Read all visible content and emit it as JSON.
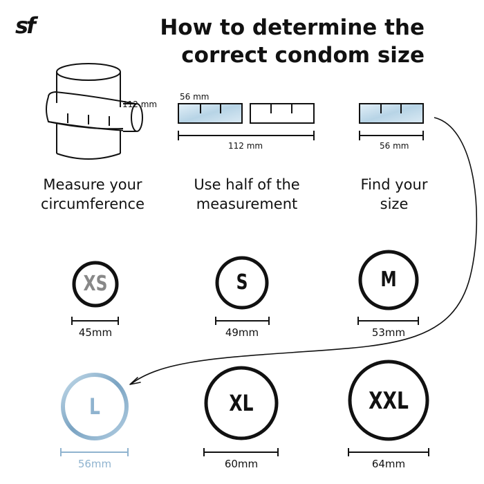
{
  "brand": {
    "logo_text": "sf"
  },
  "title": {
    "line1": "How to determine the",
    "line2": "correct condom size"
  },
  "steps": [
    {
      "line1": "Measure your",
      "line2": "circumference",
      "dimension": "112 mm"
    },
    {
      "line1": "Use half of the",
      "line2": "measurement",
      "dimension_small": "56 mm",
      "dimension_full": "112 mm"
    },
    {
      "line1": "Find your",
      "line2": "size",
      "dimension": "56 mm"
    }
  ],
  "sizes": [
    {
      "label": "XS",
      "mm": "45mm",
      "highlight": false
    },
    {
      "label": "S",
      "mm": "49mm",
      "highlight": false
    },
    {
      "label": "M",
      "mm": "53mm",
      "highlight": false
    },
    {
      "label": "L",
      "mm": "56mm",
      "highlight": true
    },
    {
      "label": "XL",
      "mm": "60mm",
      "highlight": false
    },
    {
      "label": "XXL",
      "mm": "64mm",
      "highlight": false
    }
  ],
  "colors": {
    "ink": "#111111",
    "accent": "#8fb3cf",
    "accent_fill": "#cfe3f0",
    "muted": "#888888"
  }
}
